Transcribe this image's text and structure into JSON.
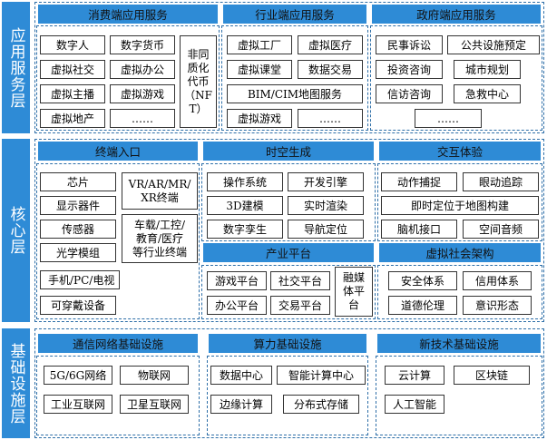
{
  "layers": {
    "app": "应用服务层",
    "core": "核心层",
    "base": "基础设施层"
  },
  "app": {
    "consumer": {
      "title": "消费端应用服务",
      "items": [
        "数字人",
        "数字货币",
        "虚拟社交",
        "虚拟办公",
        "虚拟主播",
        "虚拟游戏",
        "虚拟地产",
        "……"
      ],
      "nft": "非同\n质化\n代币\n（NF\nT）"
    },
    "industry": {
      "title": "行业端应用服务",
      "items": [
        "虚拟工厂",
        "虚拟医疗",
        "虚拟课堂",
        "数据交易",
        "BIM/CIM地图服务",
        "虚拟游戏",
        "……"
      ]
    },
    "government": {
      "title": "政府端应用服务",
      "items": [
        "民事诉讼",
        "公共设施预定",
        "投资咨询",
        "城市规划",
        "信访咨询",
        "急救中心",
        "……"
      ]
    }
  },
  "core": {
    "terminal": {
      "title": "终端入口",
      "left_items": [
        "芯片",
        "显示器件",
        "传感器",
        "光学模组"
      ],
      "vr": "VR/AR/MR/\nXR终端",
      "vehicle": "车载/工控/\n教育/医疗\n等行业终端",
      "wide_items": [
        "手机/PC/电视",
        "可穿戴设备"
      ]
    },
    "spacetime": {
      "title": "时空生成",
      "items": [
        "操作系统",
        "开发引擎",
        "3D建模",
        "实时渲染",
        "数字孪生",
        "导航定位"
      ]
    },
    "platform": {
      "title": "产业平台",
      "items": [
        "游戏平台",
        "社交平台",
        "办公平台",
        "交易平台"
      ],
      "media": "融媒\n体平\n台"
    },
    "interaction": {
      "title": "交互体验",
      "items": [
        "动作捕捉",
        "眼动追踪",
        "即时定位于地图构建",
        "脑机接口",
        "空间音频"
      ]
    },
    "society": {
      "title": "虚拟社会架构",
      "items": [
        "安全体系",
        "信用体系",
        "道德伦理",
        "意识形态"
      ]
    }
  },
  "base": {
    "network": {
      "title": "通信网络基础设施",
      "items": [
        "5G/6G网络",
        "物联网",
        "工业互联网",
        "卫星互联网"
      ]
    },
    "compute": {
      "title": "算力基础设施",
      "items": [
        "数据中心",
        "智能计算中心",
        "边缘计算",
        "分布式存储"
      ]
    },
    "newtech": {
      "title": "新技术基础设施",
      "items": [
        "云计算",
        "区块链",
        "人工智能"
      ]
    }
  },
  "colors": {
    "accent": "#2e8bd6",
    "dash": "#2e6fa8"
  }
}
